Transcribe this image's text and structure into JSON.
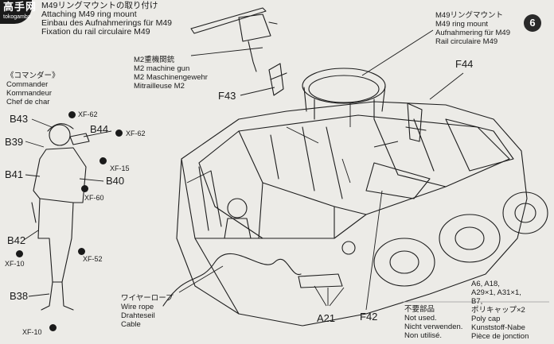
{
  "watermark": {
    "main": "高手网",
    "sub": "tokogamba"
  },
  "header": {
    "jp": "M49リングマウントの取り付け",
    "en": "Attaching M49 ring mount",
    "de": "Einbau des Aufnahmerings für M49",
    "fr": "Fixation du rail circulaire M49"
  },
  "ring_mount": {
    "jp": "M49リングマウント",
    "en": "M49 ring mount",
    "de": "Aufnahmering für M49",
    "fr": "Rail circulaire M49"
  },
  "machine_gun": {
    "jp": "M2重機関銃",
    "en": "M2 machine gun",
    "de": "M2 Maschinengewehr",
    "fr": "Mitrailleuse M2"
  },
  "commander": {
    "jp": "《コマンダー》",
    "en": "Commander",
    "de": "Kommandeur",
    "fr": "Chef de char"
  },
  "wire_rope": {
    "jp": "ワイヤーロープ",
    "en": "Wire rope",
    "de": "Drahteseil",
    "fr": "Cable"
  },
  "not_used": {
    "jp": "不要部品",
    "en": "Not used.",
    "de": "Nicht verwenden.",
    "fr": "Non utilisé."
  },
  "spare_parts": {
    "line1": "A6, A18,",
    "line2": "A29×1, A31×1,",
    "line3": "B7,",
    "line4": "ポリキャップ×2"
  },
  "poly_cap": {
    "en": "Poly cap",
    "de": "Kunststoff-Nabe",
    "fr": "Pièce de jonction"
  },
  "part_labels": {
    "f43": "F43",
    "f44": "F44",
    "b43": "B43",
    "b44": "B44",
    "b39": "B39",
    "b41": "B41",
    "b40": "B40",
    "b42": "B42",
    "b38": "B38",
    "a21": "A21",
    "f42": "F42",
    "step": "6"
  },
  "paints": {
    "xf62_a": "XF-62",
    "xf62_b": "XF-62",
    "xf15": "XF-15",
    "xf60": "XF-60",
    "xf10_a": "XF-10",
    "xf52": "XF-52",
    "xf10_b": "XF-10"
  }
}
